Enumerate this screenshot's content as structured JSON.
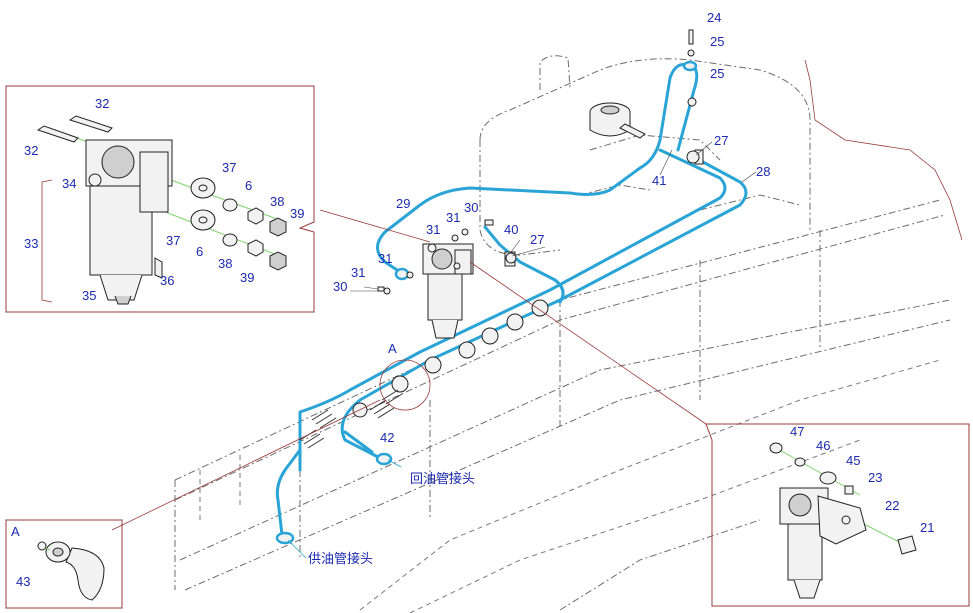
{
  "labels": {
    "l21": "21",
    "l22": "22",
    "l23": "23",
    "l24": "24",
    "l25a": "25",
    "l25b": "25",
    "l27a": "27",
    "l27b": "27",
    "l28": "28",
    "l29": "29",
    "l30a": "30",
    "l30b": "30",
    "l31a": "31",
    "l31b": "31",
    "l31c": "31",
    "l32a": "32",
    "l32b": "32",
    "l33": "33",
    "l34": "34",
    "l35": "35",
    "l36": "36",
    "l37a": "37",
    "l37b": "37",
    "l38a": "38",
    "l38b": "38",
    "l39a": "39",
    "l39b": "39",
    "l40": "40",
    "l41": "41",
    "l42": "42",
    "l43": "43",
    "l45": "45",
    "l46": "46",
    "l47": "47",
    "l6a": "6",
    "l6b": "6",
    "viewA": "A",
    "detailA": "A"
  },
  "callouts": {
    "return_fitting": "回油管接头",
    "supply_fitting": "供油管接头"
  },
  "colors": {
    "pipe": "#2aa4d6",
    "label": "#1c2bb0",
    "frame": "#9a3b3b"
  }
}
